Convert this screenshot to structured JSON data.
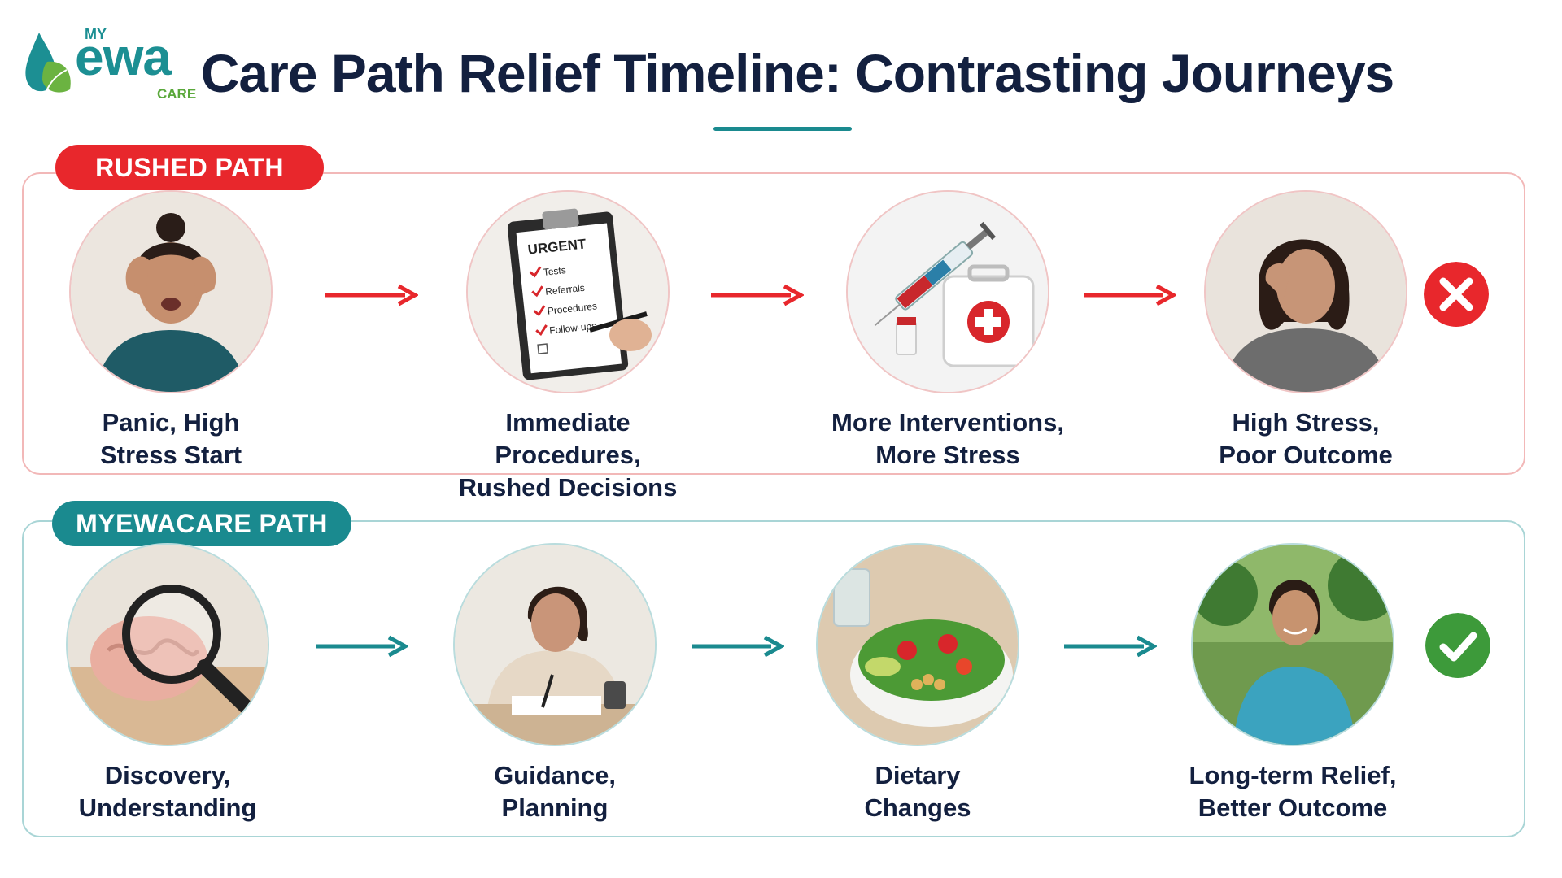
{
  "brand": {
    "my": "MY",
    "name": "ewa",
    "care": "CARE"
  },
  "title": "Care Path Relief Timeline: Contrasting Journeys",
  "colors": {
    "rushed": "#e8272c",
    "care": "#1a8a8f",
    "success": "#3d9a3a",
    "navy": "#13203f"
  },
  "rushed": {
    "label": "RUSHED PATH",
    "steps": [
      {
        "line1": "Panic, High",
        "line2": "Stress Start",
        "icon": "stressed-person-icon"
      },
      {
        "line1": "Immediate Procedures,",
        "line2": "Rushed Decisions",
        "icon": "clipboard-icon",
        "checklist": [
          "URGENT",
          "Tests",
          "Referrals",
          "Procedures",
          "Follow-ups"
        ]
      },
      {
        "line1": "More Interventions,",
        "line2": "More Stress",
        "icon": "syringe-medkit-icon"
      },
      {
        "line1": "High Stress,",
        "line2": "Poor Outcome",
        "icon": "worried-person-icon"
      }
    ],
    "status": "x-icon"
  },
  "care": {
    "label": "MYEWACARE PATH",
    "steps": [
      {
        "line1": "Discovery,",
        "line2": "Understanding",
        "icon": "brain-magnifier-icon"
      },
      {
        "line1": "Guidance,",
        "line2": "Planning",
        "icon": "writing-person-icon"
      },
      {
        "line1": "Dietary",
        "line2": "Changes",
        "icon": "salad-bowl-icon"
      },
      {
        "line1": "Long-term Relief,",
        "line2": "Better Outcome",
        "icon": "jogging-person-icon"
      }
    ],
    "status": "check-icon"
  }
}
